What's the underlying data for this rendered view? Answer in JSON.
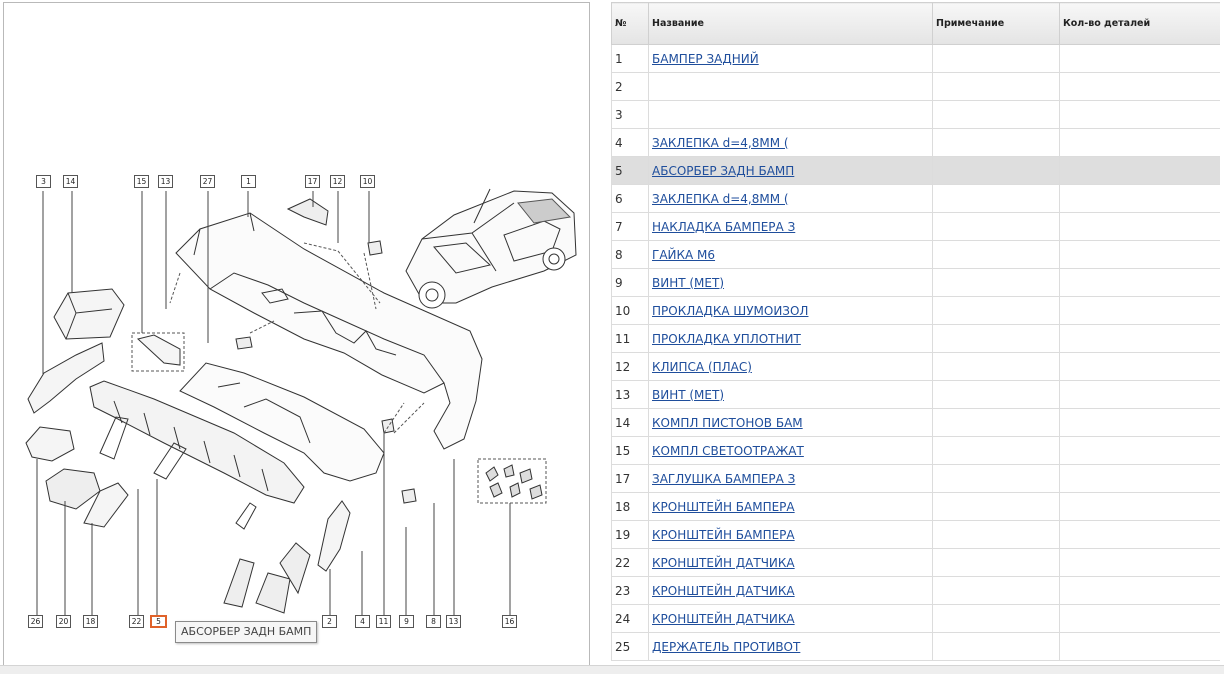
{
  "table": {
    "headers": [
      "№",
      "Название",
      "Примечание",
      "Кол-во деталей"
    ],
    "rows": [
      {
        "num": "1",
        "name": "БАМПЕР ЗАДНИЙ"
      },
      {
        "num": "2",
        "name": ""
      },
      {
        "num": "3",
        "name": ""
      },
      {
        "num": "4",
        "name": "ЗАКЛЕПКА d=4,8ММ ("
      },
      {
        "num": "5",
        "name": "АБСОРБЕР ЗАДН БАМП",
        "selected": true
      },
      {
        "num": "6",
        "name": "ЗАКЛЕПКА d=4,8ММ ("
      },
      {
        "num": "7",
        "name": "НАКЛАДКА БАМПЕРА З"
      },
      {
        "num": "8",
        "name": "ГАЙКА М6"
      },
      {
        "num": "9",
        "name": "ВИНТ (МЕТ)"
      },
      {
        "num": "10",
        "name": "ПРОКЛАДКА ШУМОИЗОЛ"
      },
      {
        "num": "11",
        "name": "ПРОКЛАДКА УПЛОТНИТ"
      },
      {
        "num": "12",
        "name": "КЛИПСА (ПЛАС)"
      },
      {
        "num": "13",
        "name": "ВИНТ (МЕТ)"
      },
      {
        "num": "14",
        "name": "КОМПЛ ПИСТОНОВ БАМ"
      },
      {
        "num": "15",
        "name": "КОМПЛ СВЕТООТРАЖАТ"
      },
      {
        "num": "17",
        "name": "ЗАГЛУШКА БАМПЕРА З"
      },
      {
        "num": "18",
        "name": "КРОНШТЕЙН БАМПЕРА"
      },
      {
        "num": "19",
        "name": "КРОНШТЕЙН БАМПЕРА"
      },
      {
        "num": "22",
        "name": "КРОНШТЕЙН ДАТЧИКА"
      },
      {
        "num": "23",
        "name": "КРОНШТЕЙН ДАТЧИКА"
      },
      {
        "num": "24",
        "name": "КРОНШТЕЙН ДАТЧИКА"
      },
      {
        "num": "25",
        "name": "ДЕРЖАТЕЛЬ ПРОТИВОТ"
      }
    ]
  },
  "diagram": {
    "callouts_top": [
      "3",
      "14",
      "15",
      "13",
      "27",
      "1",
      "17",
      "12",
      "10"
    ],
    "callouts_bottom": [
      "26",
      "20",
      "18",
      "22",
      "5",
      "2",
      "4",
      "11",
      "9",
      "8",
      "13",
      "16"
    ],
    "selected_callout": "5",
    "tooltip": "АБСОРБЕР ЗАДН БАМП"
  },
  "colors": {
    "link": "#1f4e9c",
    "selected_row": "#dedede",
    "callout_highlight": "#e0622a"
  }
}
